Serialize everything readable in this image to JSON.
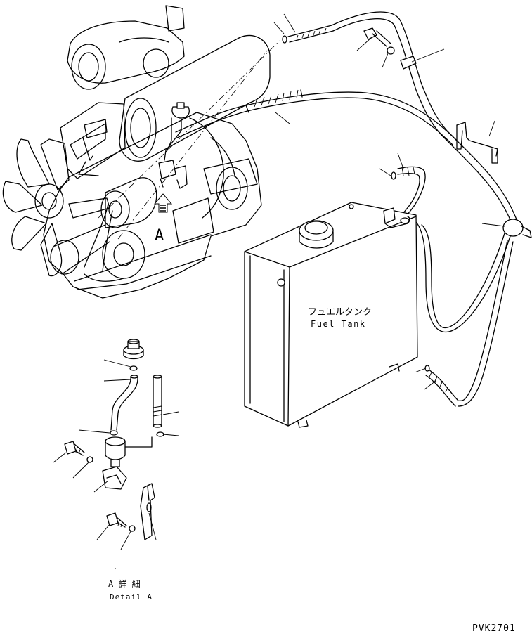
{
  "labels": {
    "view_marker": "A",
    "tank_jp": "フュエルタンク",
    "tank_en": "Fuel Tank",
    "detail_jp": "A 詳 細",
    "detail_en": "Detail A",
    "drawing_code": "PVK2701"
  }
}
